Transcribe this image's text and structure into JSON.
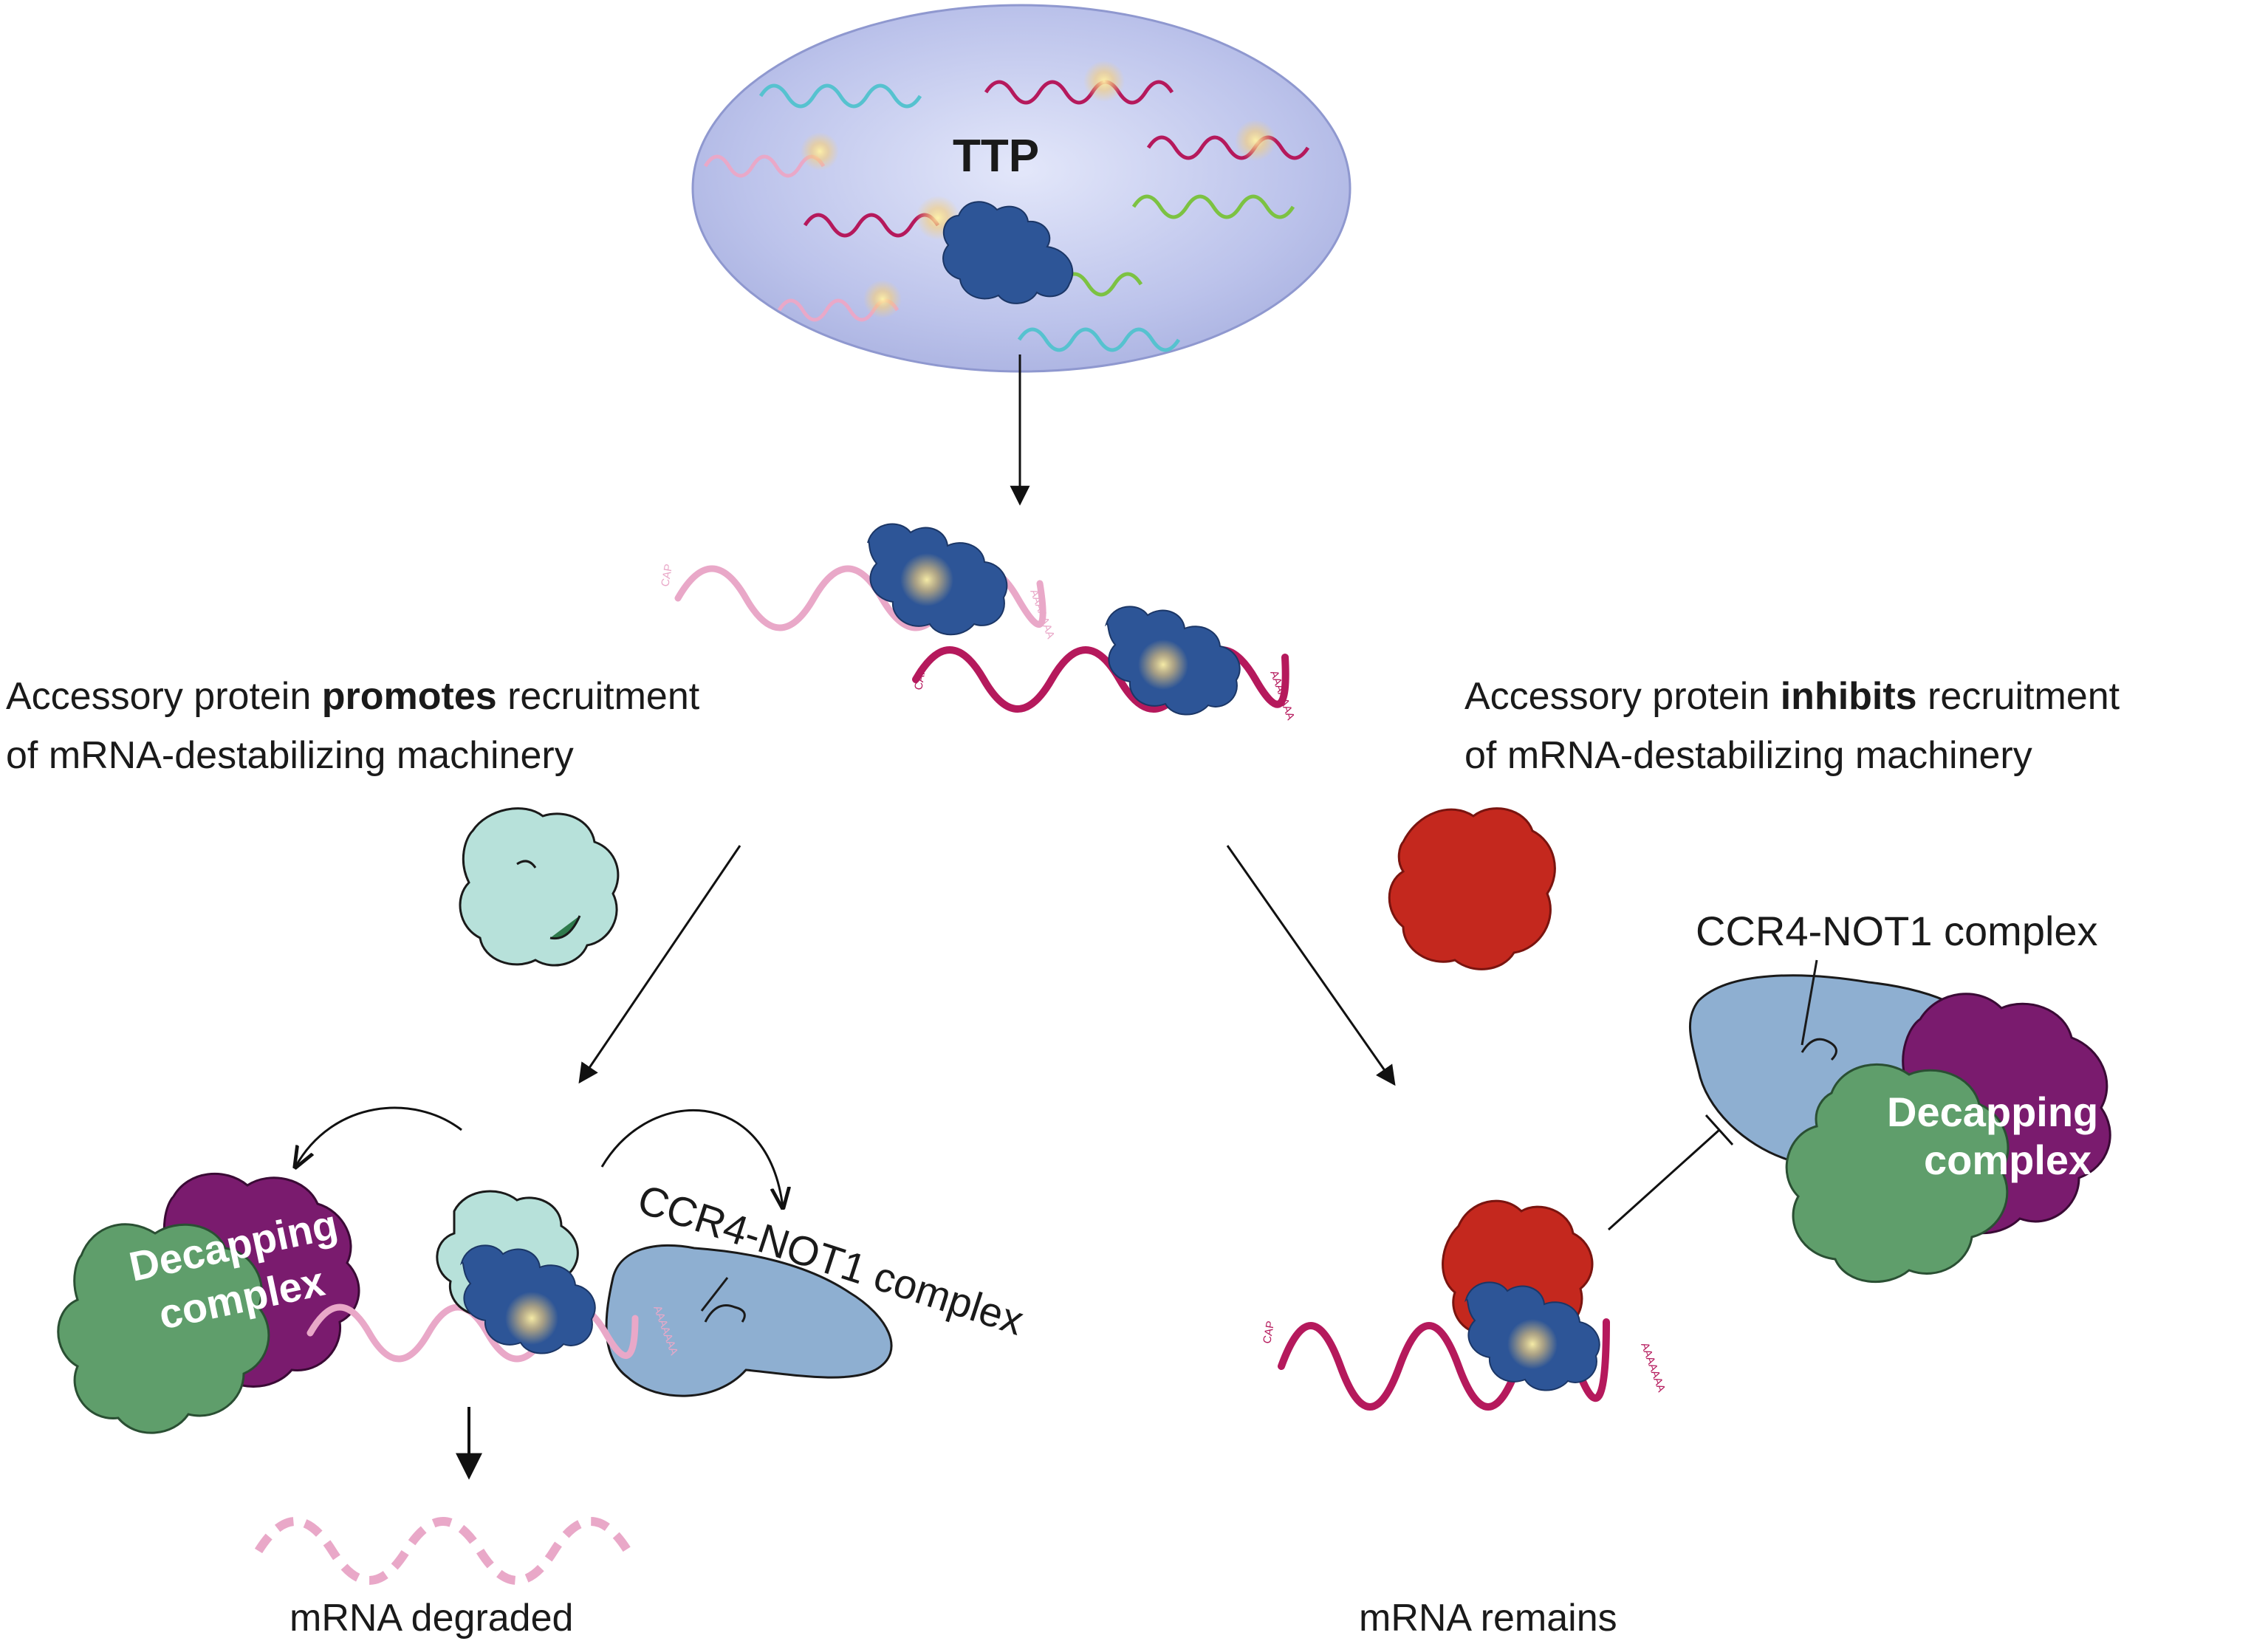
{
  "labels": {
    "ttp": "TTP",
    "promotes_line1_a": "Accessory protein ",
    "promotes_line1_b": "promotes",
    "promotes_line1_c": " recruitment",
    "promotes_line2": "of mRNA-destabilizing machinery",
    "inhibits_line1_a": "Accessory protein ",
    "inhibits_line1_b": "inhibits",
    "inhibits_line1_c": " recruitment",
    "inhibits_line2": "of mRNA-destabilizing machinery",
    "ccr4_left": "CCR4-NOT1 complex",
    "ccr4_right": "CCR4-NOT1 complex",
    "decapping_left_1": "Decapping",
    "decapping_left_2": "complex",
    "decapping_right_1": "Decapping",
    "decapping_right_2": "complex",
    "degraded": "mRNA degraded",
    "remains": "mRNA remains",
    "cap": "CAP",
    "polyA": "AAAAAAA"
  },
  "colors": {
    "nucleus": "#b9c0e6",
    "ttp_protein": "#2d5597",
    "mrna_pink": "#e9a8c8",
    "mrna_magenta": "#b5195c",
    "mrna_cyan": "#56c2cf",
    "mrna_green": "#7cc242",
    "promoter_protein": "#b7e1da",
    "inhibitor_protein": "#c4281e",
    "ccr4_not1": "#8eafd1",
    "decapping_purple": "#7a1b6e",
    "decapping_green": "#5f9e6b"
  }
}
